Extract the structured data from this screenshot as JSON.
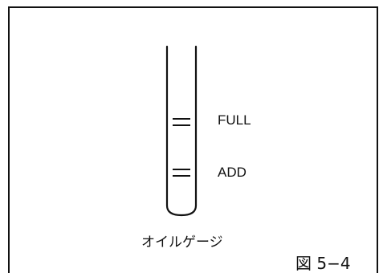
{
  "gauge_marks": {
    "full_label": "FULL",
    "add_label": "ADD"
  },
  "caption": "オイルゲージ",
  "figure_number": "図 5−4",
  "colors": {
    "line": "#111111",
    "background": "#ffffff"
  }
}
